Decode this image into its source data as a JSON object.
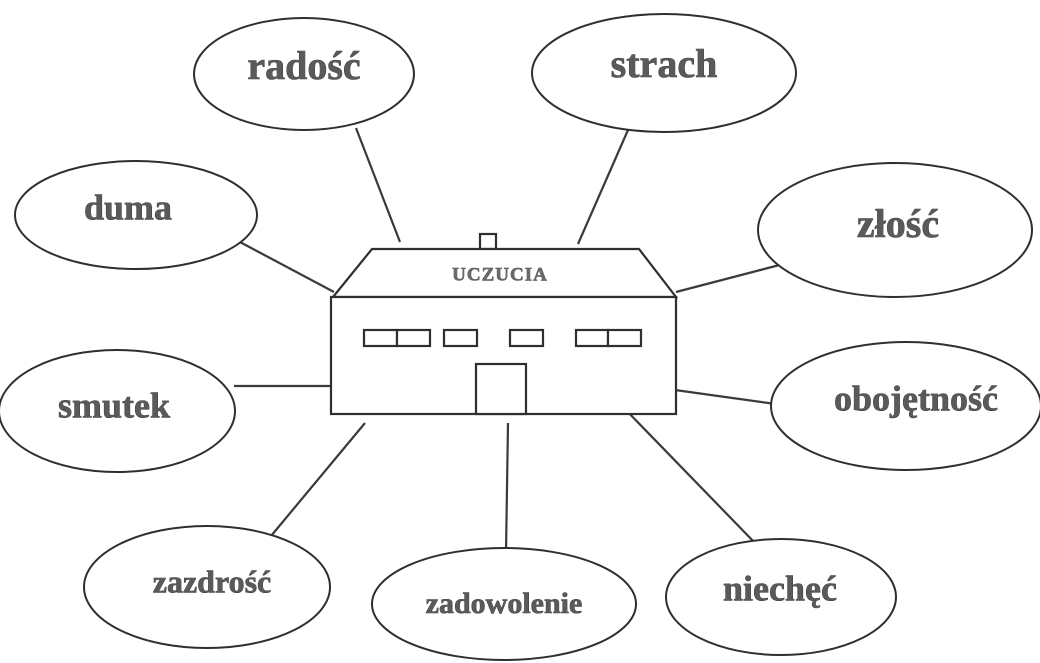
{
  "center": {
    "label": "UCZUCIA"
  },
  "emotions": [
    {
      "id": "radosc",
      "label": "radość"
    },
    {
      "id": "strach",
      "label": "strach"
    },
    {
      "id": "duma",
      "label": "duma"
    },
    {
      "id": "zlosc",
      "label": "złość"
    },
    {
      "id": "smutek",
      "label": "smutek"
    },
    {
      "id": "obojetnosc",
      "label": "obojętność"
    },
    {
      "id": "zazdrosc",
      "label": "zazdrość"
    },
    {
      "id": "zadowolenie",
      "label": "zadowolenie"
    },
    {
      "id": "niechec",
      "label": "niechęć"
    }
  ]
}
